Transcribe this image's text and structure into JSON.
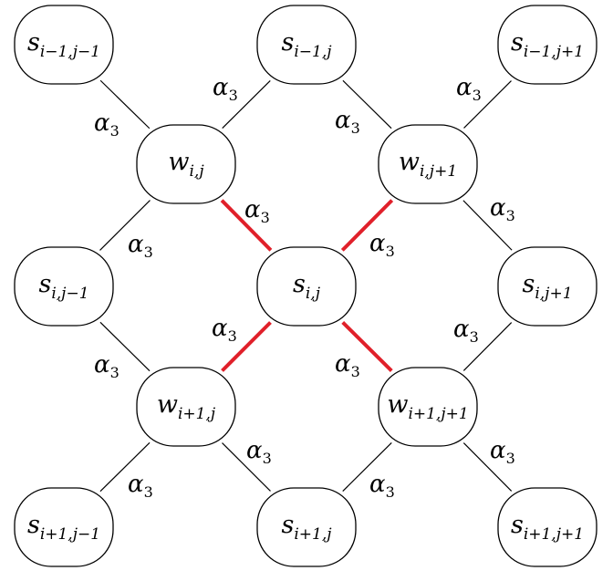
{
  "colors": {
    "node_stroke": "#000000",
    "edge": "#000000",
    "highlight_edge": "#e0202a"
  },
  "nodes": [
    {
      "id": "s_im1_jm1",
      "base": "s",
      "sub": "i−1,j−1"
    },
    {
      "id": "s_im1_j",
      "base": "s",
      "sub": "i−1,j"
    },
    {
      "id": "s_im1_jp1",
      "base": "s",
      "sub": "i−1,j+1"
    },
    {
      "id": "w_i_j",
      "base": "w",
      "sub": "i,j"
    },
    {
      "id": "w_i_jp1",
      "base": "w",
      "sub": "i,j+1"
    },
    {
      "id": "s_i_jm1",
      "base": "s",
      "sub": "i,j−1"
    },
    {
      "id": "s_i_j",
      "base": "s",
      "sub": "i,j"
    },
    {
      "id": "s_i_jp1",
      "base": "s",
      "sub": "i,j+1"
    },
    {
      "id": "w_ip1_j",
      "base": "w",
      "sub": "i+1,j"
    },
    {
      "id": "w_ip1_jp1",
      "base": "w",
      "sub": "i+1,j+1"
    },
    {
      "id": "s_ip1_jm1",
      "base": "s",
      "sub": "i+1,j−1"
    },
    {
      "id": "s_ip1_j",
      "base": "s",
      "sub": "i+1,j"
    },
    {
      "id": "s_ip1_jp1",
      "base": "s",
      "sub": "i+1,j+1"
    }
  ],
  "edges": [
    {
      "from": "s_im1_jm1",
      "to": "w_i_j",
      "highlight": false
    },
    {
      "from": "s_im1_j",
      "to": "w_i_j",
      "highlight": false
    },
    {
      "from": "s_im1_j",
      "to": "w_i_jp1",
      "highlight": false
    },
    {
      "from": "s_im1_jp1",
      "to": "w_i_jp1",
      "highlight": false
    },
    {
      "from": "w_i_j",
      "to": "s_i_jm1",
      "highlight": false
    },
    {
      "from": "w_i_j",
      "to": "s_i_j",
      "highlight": true
    },
    {
      "from": "w_i_jp1",
      "to": "s_i_j",
      "highlight": true
    },
    {
      "from": "w_i_jp1",
      "to": "s_i_jp1",
      "highlight": false
    },
    {
      "from": "s_i_jm1",
      "to": "w_ip1_j",
      "highlight": false
    },
    {
      "from": "s_i_j",
      "to": "w_ip1_j",
      "highlight": true
    },
    {
      "from": "s_i_j",
      "to": "w_ip1_jp1",
      "highlight": true
    },
    {
      "from": "s_i_jp1",
      "to": "w_ip1_jp1",
      "highlight": false
    },
    {
      "from": "w_ip1_j",
      "to": "s_ip1_jm1",
      "highlight": false
    },
    {
      "from": "w_ip1_j",
      "to": "s_ip1_j",
      "highlight": false
    },
    {
      "from": "w_ip1_jp1",
      "to": "s_ip1_j",
      "highlight": false
    },
    {
      "from": "w_ip1_jp1",
      "to": "s_ip1_jp1",
      "highlight": false
    }
  ],
  "edge_label": {
    "base": "α",
    "sub": "3"
  }
}
